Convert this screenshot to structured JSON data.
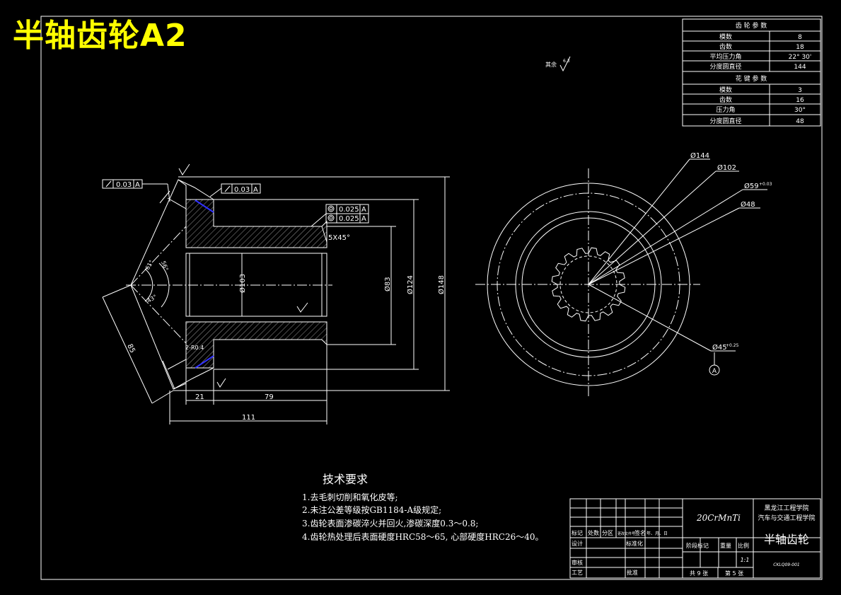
{
  "title_overlay": "半轴齿轮A2",
  "roughness_note": "其余",
  "roughness_value": "6.3",
  "gear_params": {
    "header": "齿 轮 参 数",
    "rows": [
      {
        "label": "模数",
        "value": "8"
      },
      {
        "label": "齿数",
        "value": "18"
      },
      {
        "label": "平均压力角",
        "value": "22° 30'"
      },
      {
        "label": "分度圆直径",
        "value": "144"
      }
    ]
  },
  "spline_params": {
    "header": "花 键 参 数",
    "rows": [
      {
        "label": "模数",
        "value": "3"
      },
      {
        "label": "齿数",
        "value": "16"
      },
      {
        "label": "压力角",
        "value": "30°"
      },
      {
        "label": "分度圆直径",
        "value": "48"
      }
    ]
  },
  "section_view": {
    "tol_runout_left": "0.03",
    "tol_runout_left_ref": "A",
    "tol_runout_top": "0.03",
    "tol_runout_top_ref": "A",
    "tol_coax_1": "0.025",
    "tol_coax_1_ref": "A",
    "tol_coax_2": "0.025",
    "tol_coax_2_ref": "A",
    "chamfer": "5X45°",
    "dim_d103": "Ø103",
    "dim_d83": "Ø83",
    "dim_d124": "Ø124",
    "dim_d148": "Ø148",
    "dim_21": "21",
    "dim_79": "79",
    "dim_111": "111",
    "dim_85": "85",
    "dim_r4": "2-R0.4",
    "dim_angle1": "61°",
    "dim_angle2": "56°",
    "dim_angle3": "43°"
  },
  "front_view": {
    "dim_d144": "Ø144",
    "dim_d102": "Ø102",
    "dim_d59": "Ø59",
    "dim_d59_tol": "+0.03",
    "dim_d48": "Ø48",
    "dim_d45": "Ø45",
    "dim_d45_tol": "+0.25",
    "datum": "A"
  },
  "tech_requirements": {
    "title": "技术要求",
    "items": [
      "1.去毛刺切削和氧化皮等;",
      "2.未注公差等级按GB1184-A级规定;",
      "3.齿轮表面渗碳淬火并回火,渗碳深度0.3～0.8;",
      "4.齿轮热处理后表面硬度HRC58～65, 心部硬度HRC26～40。"
    ]
  },
  "title_block": {
    "material": "20CrMnTi",
    "school_1": "黑龙江工程学院",
    "school_2": "汽车与交通工程学院",
    "part_name": "半轴齿轮",
    "drawing_no": "CKLQ09-001",
    "row_labels": [
      "标记",
      "处数",
      "分区",
      "更改文件号",
      "签名",
      "年、月、日"
    ],
    "design": "设计",
    "standardize": "标准化",
    "stage": "阶段标记",
    "weight": "重量",
    "scale_label": "比例",
    "scale": "1:1",
    "review": "审核",
    "process": "工艺",
    "approve": "批准",
    "sheets_total": "共 9 张",
    "sheet_no": "第 5 张"
  }
}
